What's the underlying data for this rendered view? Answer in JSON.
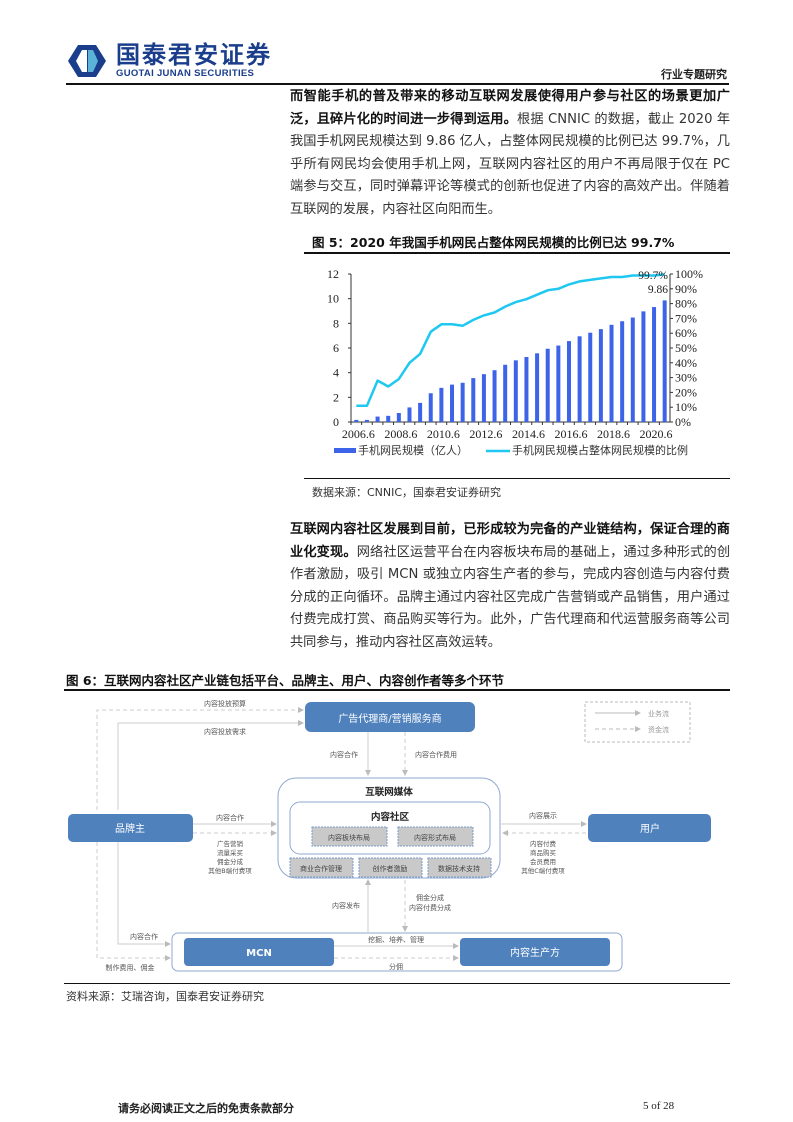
{
  "header": {
    "logo_cn": "国泰君安证券",
    "logo_en": "GUOTAI JUNAN SECURITIES",
    "section": "行业专题研究",
    "brand_color": "#1a3e8c",
    "logo_accent": "#5bb4d8"
  },
  "para1": {
    "bold": "而智能手机的普及带来的移动互联网发展使得用户参与社区的场景更加广泛，且碎片化的时间进一步得到运用。",
    "normal": "根据 CNNIC 的数据，截止 2020 年我国手机网民规模达到 9.86 亿人，占整体网民规模的比例已达 99.7%，几乎所有网民均会使用手机上网，互联网内容社区的用户不再局限于仅在 PC 端参与交互，同时弹幕评论等模式的创新也促进了内容的高效产出。伴随着互联网的发展，内容社区向阳而生。"
  },
  "figure5": {
    "title": "图 5：2020 年我国手机网民占整体网民规模的比例已达 99.7%",
    "source": "数据来源：CNNIC，国泰君安证券研究"
  },
  "chart_data": {
    "type": "bar",
    "title": "图 5：2020 年我国手机网民占整体网民规模的比例已达 99.7%",
    "categories": [
      "2006.6",
      "2006.12",
      "2007.6",
      "2007.12",
      "2008.6",
      "2008.12",
      "2009.6",
      "2009.12",
      "2010.6",
      "2010.12",
      "2011.6",
      "2011.12",
      "2012.6",
      "2012.12",
      "2013.6",
      "2013.12",
      "2014.6",
      "2014.12",
      "2015.6",
      "2015.12",
      "2016.6",
      "2016.12",
      "2017.6",
      "2017.12",
      "2018.6",
      "2018.12",
      "2019.6",
      "2019.12",
      "2020.6",
      "2020.12"
    ],
    "x_tick_labels": [
      "2006.6",
      "2008.6",
      "2010.6",
      "2012.6",
      "2014.6",
      "2016.6",
      "2018.6",
      "2020.6"
    ],
    "series": [
      {
        "name": "手机网民规模（亿人）",
        "type": "bar",
        "axis": "left",
        "color": "#3d63e8",
        "values": [
          0.17,
          0.17,
          0.44,
          0.5,
          0.73,
          1.18,
          1.55,
          2.33,
          2.77,
          3.03,
          3.18,
          3.56,
          3.88,
          4.2,
          4.64,
          5.0,
          5.27,
          5.57,
          5.94,
          6.2,
          6.56,
          6.95,
          7.24,
          7.53,
          7.88,
          8.17,
          8.47,
          8.97,
          9.32,
          9.86
        ]
      },
      {
        "name": "手机网民规模占整体网民规模的比例",
        "type": "line",
        "axis": "right",
        "color": "#1ec8f0",
        "values": [
          0.11,
          0.11,
          0.28,
          0.24,
          0.29,
          0.4,
          0.46,
          0.61,
          0.66,
          0.66,
          0.65,
          0.69,
          0.72,
          0.74,
          0.78,
          0.81,
          0.83,
          0.86,
          0.89,
          0.9,
          0.93,
          0.95,
          0.96,
          0.97,
          0.98,
          0.98,
          0.99,
          0.99,
          0.99,
          0.997
        ]
      }
    ],
    "annotations": [
      "99.7%",
      "9.86"
    ],
    "ylim_left": [
      0,
      12
    ],
    "yticks_left": [
      "0",
      "2",
      "4",
      "6",
      "8",
      "10",
      "12"
    ],
    "ylim_right": [
      0,
      1
    ],
    "yticks_right": [
      "0%",
      "10%",
      "20%",
      "30%",
      "40%",
      "50%",
      "60%",
      "70%",
      "80%",
      "90%",
      "100%"
    ],
    "legend": [
      "手机网民规模（亿人）",
      "手机网民规模占整体网民规模的比例"
    ],
    "legend_position": "bottom",
    "grid": false
  },
  "para2": {
    "bold": "互联网内容社区发展到目前，已形成较为完备的产业链结构，保证合理的商业化变现。",
    "normal": "网络社区运营平台在内容板块布局的基础上，通过多种形式的创作者激励，吸引 MCN 或独立内容生产者的参与，完成内容创造与内容付费分成的正向循环。品牌主通过内容社区完成广告营销或产品销售，用户通过付费完成打赏、商品购买等行为。此外，广告代理商和代运营服务商等公司共同参与，推动内容社区高效运转。"
  },
  "figure6": {
    "title": "图 6：互联网内容社区产业链包括平台、品牌主、用户、内容创作者等多个环节",
    "source": "资料来源：艾瑞咨询，国泰君安证券研究",
    "nodes": {
      "agency": "广告代理商/营销服务商",
      "media": "互联网媒体",
      "community": "内容社区",
      "brand": "品牌主",
      "user": "用户",
      "mcn": "MCN",
      "producer": "内容生产方",
      "inner1": "内容板块布局",
      "inner2": "内容形式布局",
      "sub1": "商业合作管理",
      "sub2": "创作者激励",
      "sub3": "数据技术支持"
    },
    "edges": {
      "budget": "内容投放预算",
      "demand": "内容投放需求",
      "coop": "内容合作",
      "coop_fee": "内容合作费用",
      "brand_coop": "内容合作",
      "brand_pay": [
        "广告营销",
        "流量采买",
        "佣金分成",
        "其他B端付费项"
      ],
      "display": "内容展示",
      "user_pay": [
        "内容付费",
        "商品购买",
        "会员费用",
        "其他C端付费项"
      ],
      "publish": "内容发布",
      "share": [
        "佣金分成",
        "内容付费分成"
      ],
      "mcn_coop": "内容合作",
      "mcn_fee": "制作费用、佣金",
      "cultivate": "挖掘、培养、管理",
      "split": "分佣"
    },
    "legend": {
      "business": "业务流",
      "capital": "资金流"
    },
    "node_color": "#4f81bd"
  },
  "footer": {
    "disclaimer": "请务必阅读正文之后的免责条款部分",
    "page": "5 of 28"
  }
}
